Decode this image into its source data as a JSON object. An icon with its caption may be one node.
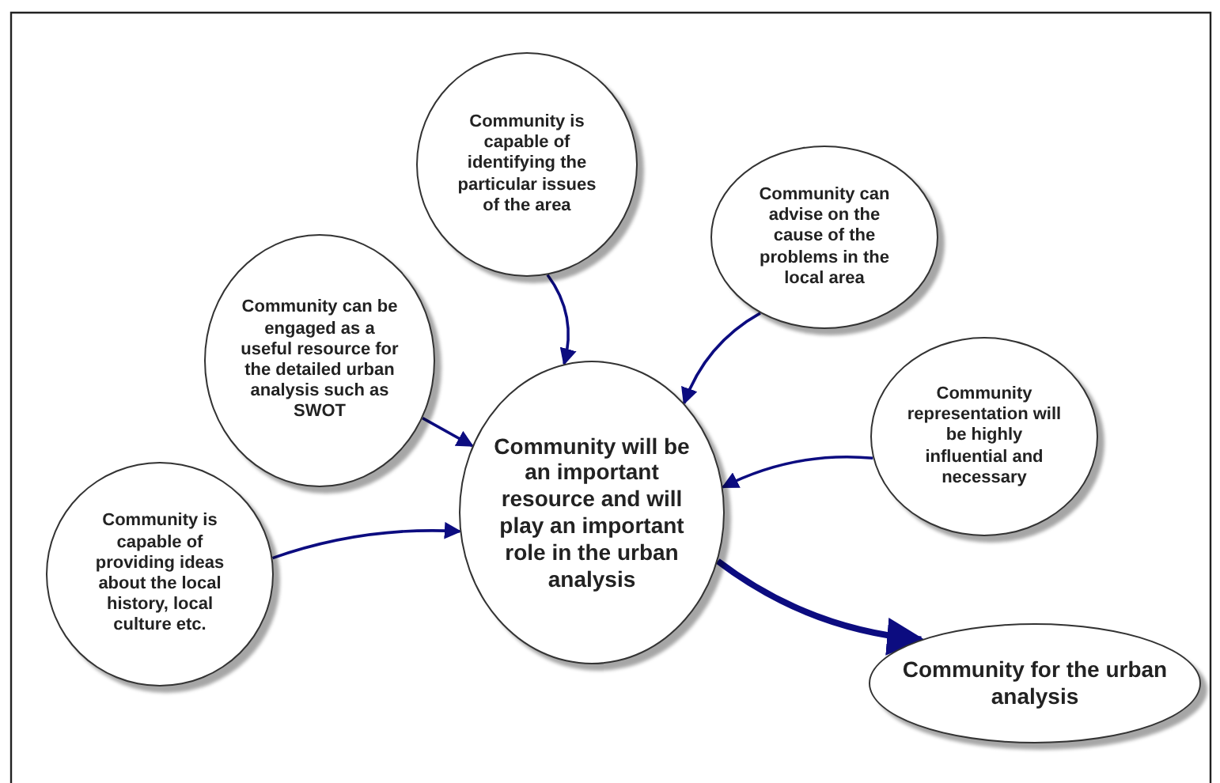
{
  "diagram": {
    "nodes": [
      {
        "text": [
          "Community is capable of identifying the particular issues of the area"
        ]
      },
      {
        "text": [
          "Community can advise on the cause of the problems in the local area"
        ]
      },
      {
        "text": [
          "Community can be engaged as a useful resource for the detailed urban analysis such as SWOT"
        ]
      },
      {
        "text": [
          "Community representation will be highly influential and necessary"
        ]
      },
      {
        "text": [
          "Community will be an important resource and will play an important role in the urban analysis"
        ]
      },
      {
        "text": [
          "Community is capable of providing ideas about the local history, local culture etc."
        ]
      },
      {
        "text": [
          "Community for the urban analysis"
        ]
      }
    ],
    "edges": [
      {
        "from": 0,
        "to": 4,
        "arrow": "to"
      },
      {
        "from": 1,
        "to": 4,
        "arrow": "to"
      },
      {
        "from": 2,
        "to": 4,
        "arrow": "to"
      },
      {
        "from": 3,
        "to": 4,
        "arrow": "to"
      },
      {
        "from": 5,
        "to": 4,
        "arrow": "to"
      },
      {
        "from": 4,
        "to": 6,
        "arrow": "to",
        "style": "thick"
      }
    ]
  }
}
